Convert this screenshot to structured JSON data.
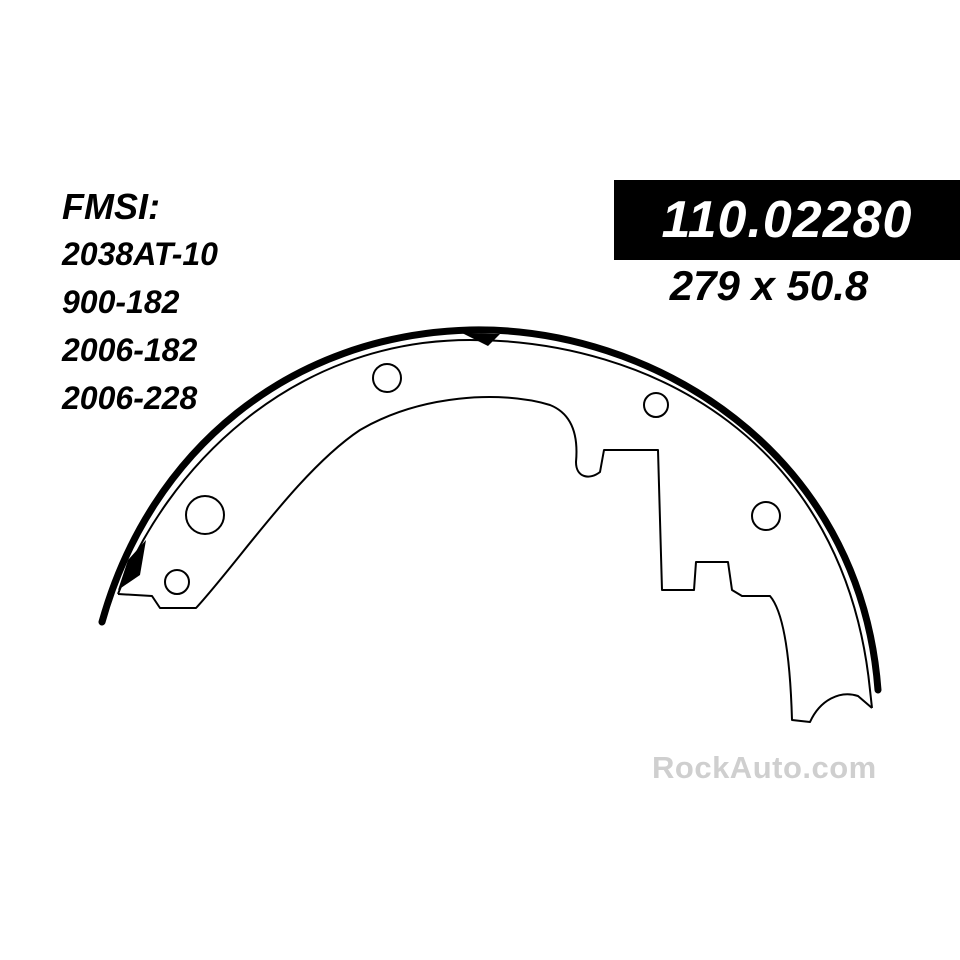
{
  "fmsi": {
    "title": "FMSI:",
    "numbers": [
      "2038AT-10",
      "900-182",
      "2006-182",
      "2006-228"
    ]
  },
  "part": {
    "number": "110.02280",
    "dimensions": "279 x 50.8"
  },
  "watermark": "RockAuto.com",
  "colors": {
    "ink": "#000000",
    "background": "#ffffff",
    "watermark": "#cfcfcf"
  }
}
